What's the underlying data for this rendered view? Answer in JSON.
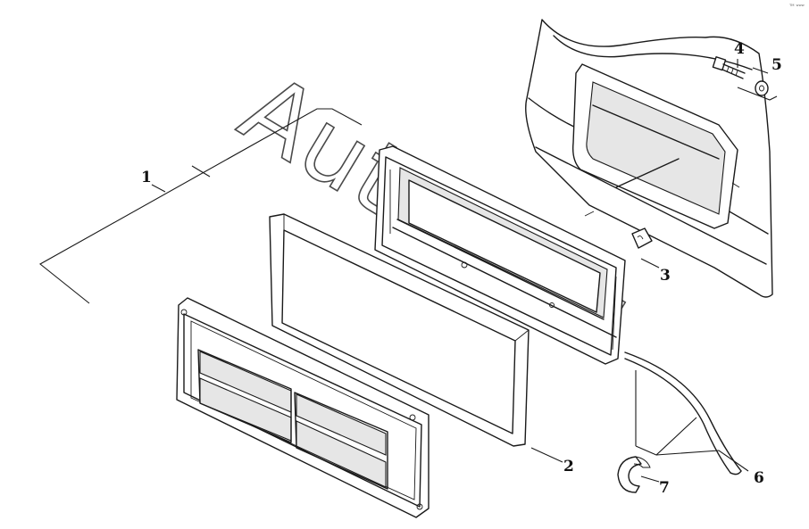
{
  "watermark": "AutoSoft",
  "corner_mark": "ᵀᴹ ʷʷʷ",
  "callouts": [
    {
      "id": "1",
      "label": "1"
    },
    {
      "id": "2",
      "label": "2"
    },
    {
      "id": "3",
      "label": "3"
    },
    {
      "id": "4",
      "label": "4"
    },
    {
      "id": "5",
      "label": "5"
    },
    {
      "id": "6",
      "label": "6"
    },
    {
      "id": "7",
      "label": "7"
    }
  ]
}
